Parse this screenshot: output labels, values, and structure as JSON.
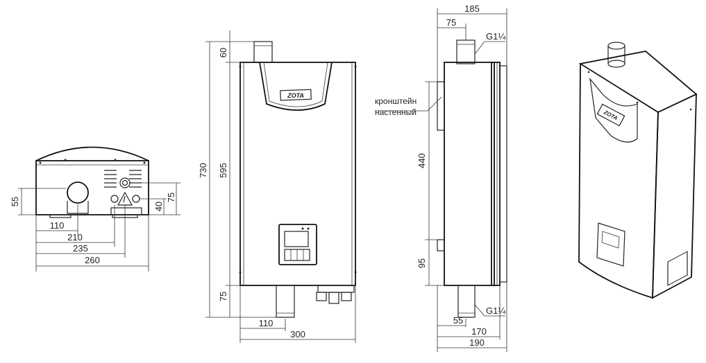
{
  "front": {
    "brand": "ZOTA",
    "height_total": "730",
    "height_body": "595",
    "top_pipe": "60",
    "bottom_pipe": "75",
    "pipe_offset": "110",
    "width": "300"
  },
  "bottom": {
    "h55": "55",
    "h40": "40",
    "h75": "75",
    "w110": "110",
    "w210": "210",
    "w235": "235",
    "w260": "260"
  },
  "side": {
    "w185": "185",
    "w75": "75",
    "thread_top": "G1¼",
    "bracket_line1": "кронштейн",
    "bracket_line2": "настенный",
    "h440": "440",
    "h95": "95",
    "thread_bottom": "G1¼",
    "w55": "55",
    "w170": "170",
    "w190": "190"
  },
  "iso": {
    "brand": "ZOTA"
  }
}
